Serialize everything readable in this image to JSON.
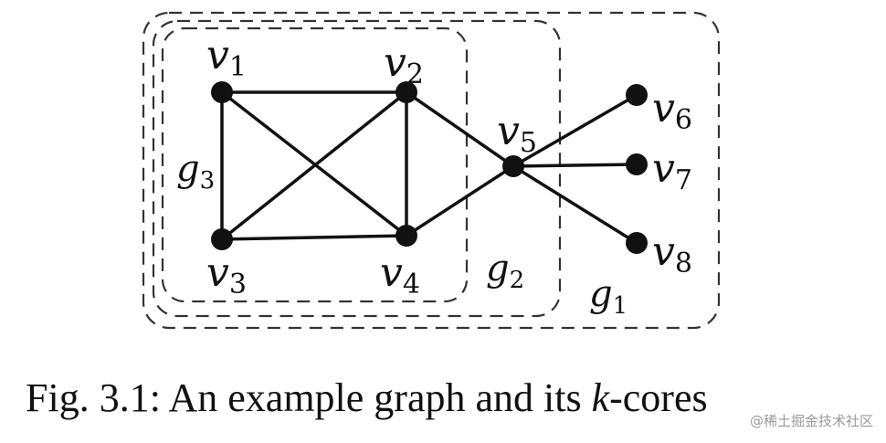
{
  "diagram": {
    "nodes": [
      {
        "id": "v1",
        "label": "v",
        "sub": "1"
      },
      {
        "id": "v2",
        "label": "v",
        "sub": "2"
      },
      {
        "id": "v3",
        "label": "v",
        "sub": "3"
      },
      {
        "id": "v4",
        "label": "v",
        "sub": "4"
      },
      {
        "id": "v5",
        "label": "v",
        "sub": "5"
      },
      {
        "id": "v6",
        "label": "v",
        "sub": "6"
      },
      {
        "id": "v7",
        "label": "v",
        "sub": "7"
      },
      {
        "id": "v8",
        "label": "v",
        "sub": "8"
      }
    ],
    "edges": [
      [
        "v1",
        "v2"
      ],
      [
        "v1",
        "v3"
      ],
      [
        "v1",
        "v4"
      ],
      [
        "v2",
        "v3"
      ],
      [
        "v2",
        "v4"
      ],
      [
        "v3",
        "v4"
      ],
      [
        "v2",
        "v5"
      ],
      [
        "v4",
        "v5"
      ],
      [
        "v5",
        "v6"
      ],
      [
        "v5",
        "v7"
      ],
      [
        "v5",
        "v8"
      ]
    ],
    "groups": [
      {
        "id": "g1",
        "label": "g",
        "sub": "1",
        "members": [
          "v1",
          "v2",
          "v3",
          "v4",
          "v5",
          "v6",
          "v7",
          "v8"
        ]
      },
      {
        "id": "g2",
        "label": "g",
        "sub": "2",
        "members": [
          "v1",
          "v2",
          "v3",
          "v4",
          "v5"
        ]
      },
      {
        "id": "g3",
        "label": "g",
        "sub": "3",
        "members": [
          "v1",
          "v2",
          "v3",
          "v4"
        ]
      }
    ]
  },
  "caption": {
    "prefix": "Fig. 3.1: An example graph and its ",
    "emph": "k",
    "suffix": "-cores"
  },
  "watermark": "@稀土掘金技术社区"
}
